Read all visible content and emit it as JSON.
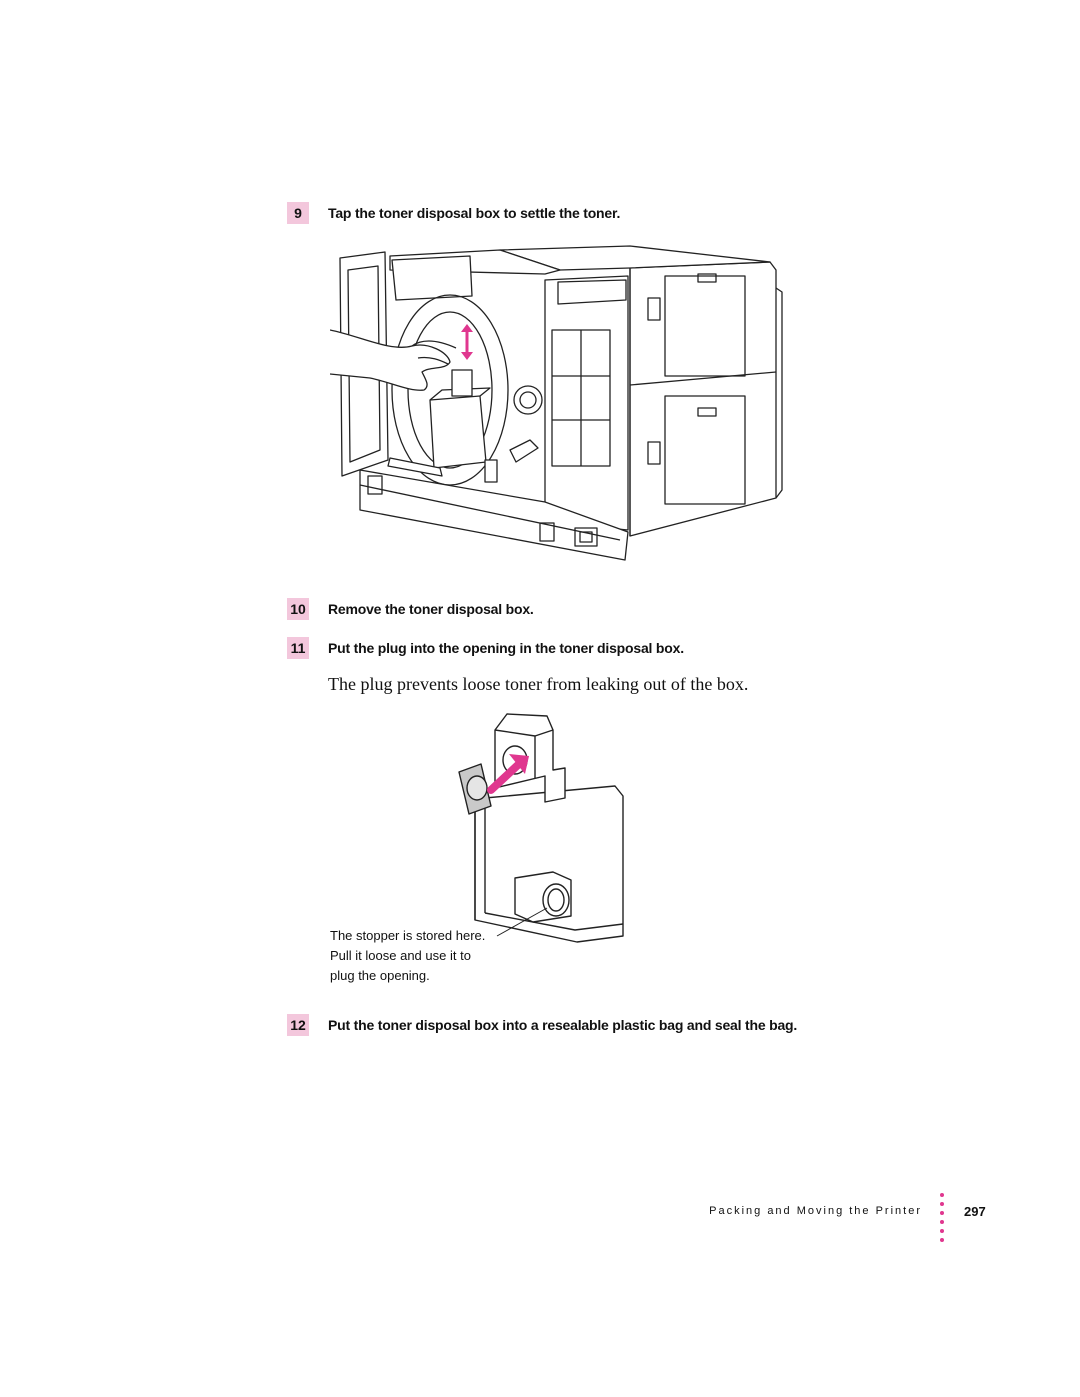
{
  "steps": [
    {
      "number": "9",
      "text": "Tap the toner disposal box to settle the toner."
    },
    {
      "number": "10",
      "text": "Remove the toner disposal box."
    },
    {
      "number": "11",
      "text": "Put the plug into the opening in the toner disposal box."
    },
    {
      "number": "12",
      "text": "Put the toner disposal box into a resealable plastic bag and seal the bag."
    }
  ],
  "body_text": "The plug prevents loose toner from leaking out of the box.",
  "callout": {
    "lines": [
      "The stopper is stored here.",
      "Pull it loose and use it to",
      "plug the opening."
    ]
  },
  "footer": {
    "chapter_title": "Packing and Moving the Printer",
    "page_number": "297"
  },
  "colors": {
    "accent": "#e0378f",
    "step_badge": "#f3c7dc"
  }
}
